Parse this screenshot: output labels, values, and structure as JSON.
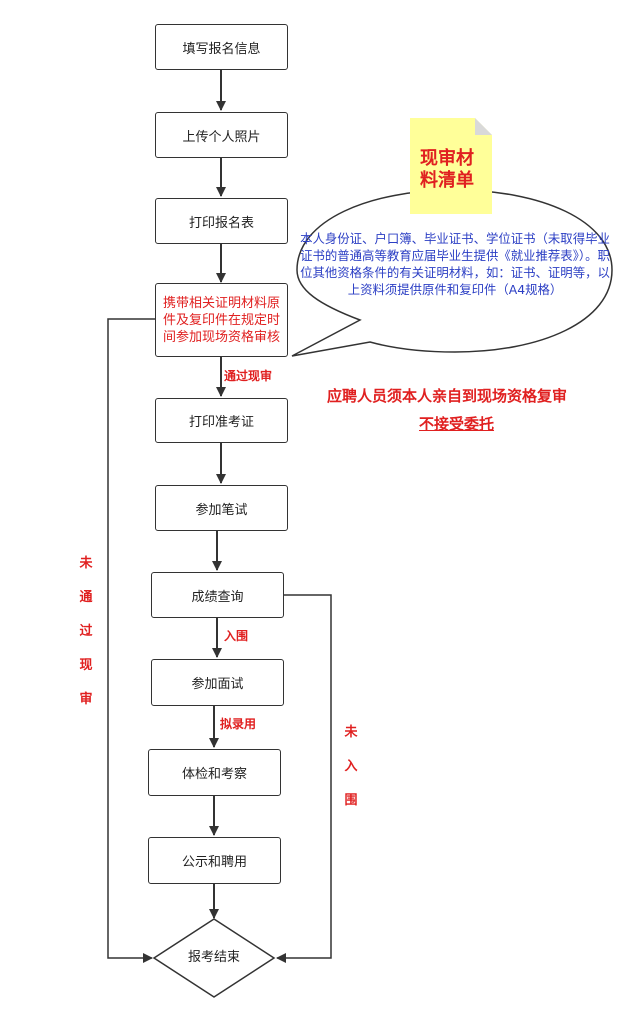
{
  "steps": {
    "fill_info": "填写报名信息",
    "upload_photo": "上传个人照片",
    "print_form": "打印报名表",
    "onsite_review": "携带相关证明材料原件及复印件在规定时间参加现场资格审核",
    "print_ticket": "打印准考证",
    "written_exam": "参加笔试",
    "score_query": "成绩查询",
    "interview": "参加面试",
    "physical_exam": "体检和考察",
    "announce_hire": "公示和聘用",
    "end": "报考结束"
  },
  "labels": {
    "pass_review": "通过现审",
    "shortlisted": "入围",
    "proposed_hire": "拟录用",
    "failed_review": [
      "未",
      "通",
      "过",
      "现",
      "审"
    ],
    "not_shortlisted": [
      "未",
      "入",
      "围"
    ]
  },
  "note": {
    "title": "现审材料清单",
    "content": "本人身份证、户口簿、毕业证书、学位证书（未取得毕业证书的普通高等教育应届毕业生提供《就业推荐表》）。职位其他资格条件的有关证明材料，如：证书、证明等，以上资料须提供原件和复印件（A4规格）"
  },
  "notice": {
    "line1": "应聘人员须本人亲自到现场资格复审",
    "line2": "不接受委托"
  },
  "colors": {
    "red": "#e02020",
    "blue": "#2b3ec4",
    "note_yellow": "#ffff99",
    "line": "#333333"
  }
}
